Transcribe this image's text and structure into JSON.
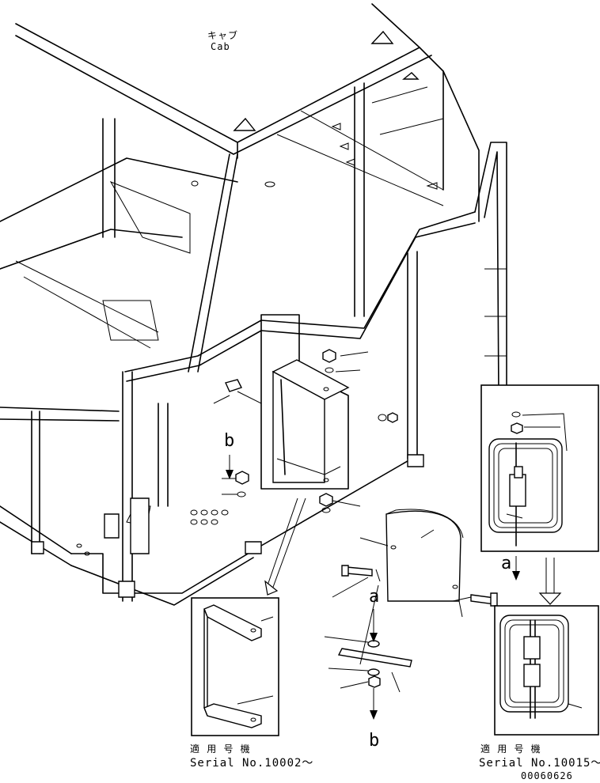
{
  "labels": {
    "cab_jp": "キャブ",
    "cab_en": "Cab",
    "callout_b_top": "b",
    "callout_b_bottom": "b",
    "callout_a_left": "a",
    "callout_a_right": "a",
    "serial_left_jp": "適 用 号 機",
    "serial_left_no": "Serial No.10002～",
    "serial_right_jp": "適 用 号 機",
    "serial_right_no": "Serial No.10015～",
    "drawing_no": "00060626"
  }
}
